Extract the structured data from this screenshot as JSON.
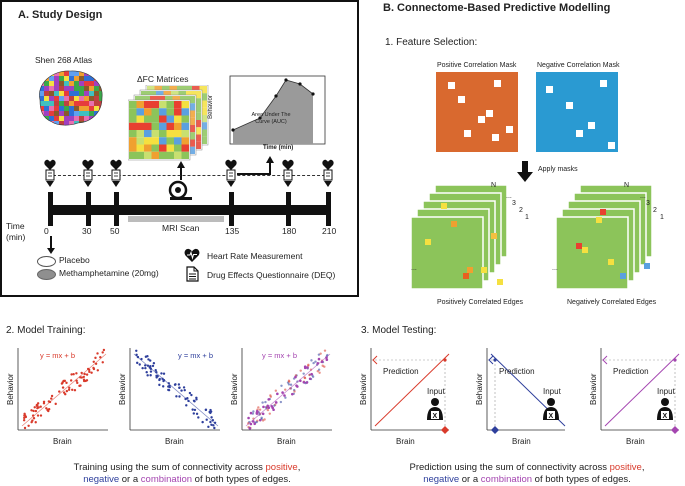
{
  "panel_a": {
    "title": "A. Study Design",
    "atlas_label": "Shen 268 Atlas",
    "matrices_label": "ΔFC Matrices",
    "auc_label": "Area Under The Curve (AUC)",
    "auc_ylabel": "Behavior",
    "auc_xlabel": "Time (min)",
    "mri_label": "MRI Scan",
    "time_label": "Time (min)",
    "time_points": [
      "0",
      "30",
      "50",
      "135",
      "180",
      "210"
    ],
    "legend": {
      "placebo": "Placebo",
      "meth": "Methamphetamine (20mg)",
      "heart": "Heart Rate Measurement",
      "deq": "Drug Effects Questionnaire (DEQ)"
    }
  },
  "panel_b": {
    "title": "B. Connectome-Based Predictive Modelling",
    "step1": "1. Feature Selection:",
    "pos_mask": "Positive Correlation Mask",
    "neg_mask": "Negative Correlation Mask",
    "apply": "Apply masks",
    "stack_labels": [
      "N",
      "...",
      "3",
      "2",
      "1"
    ],
    "pos_edges": "Positively Correlated Edges",
    "neg_edges": "Negatively Correlated  Edges"
  },
  "training": {
    "title": "2. Model Training:",
    "eq": "y = mx + b",
    "xlabel": "Brain",
    "ylabel": "Behavior",
    "caption_pre": "Training using the sum of connectivity across ",
    "positive": "positive",
    "comma": ",",
    "negative": "negative",
    "or_a": " or a ",
    "combination": "combination",
    "caption_post": " of both types of edges."
  },
  "testing": {
    "title": "3. Model Testing:",
    "prediction": "Prediction",
    "input": "Input",
    "x": "X",
    "xlabel": "Brain",
    "ylabel": "Behavior",
    "caption_pre": "Prediction using the sum of connectivity across ",
    "positive": "positive",
    "comma": ",",
    "negative": "negative",
    "or_a": " or a ",
    "combination": "combination",
    "caption_post": " of both types of edges."
  },
  "colors": {
    "red": "#d93a2b",
    "blue": "#2e3f9c",
    "purple": "#a445b0",
    "orange_mask": "#d9692f",
    "blue_mask": "#2a9ad2",
    "green_matrix": "#8cc45a"
  }
}
